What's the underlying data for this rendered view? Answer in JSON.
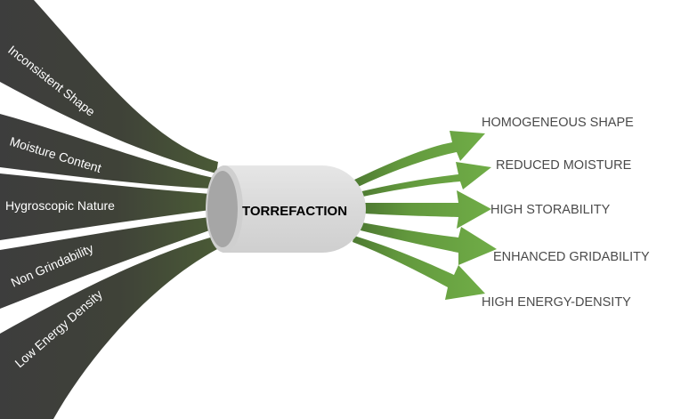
{
  "center": {
    "label": "TORREFACTION"
  },
  "inputs": [
    {
      "label": "Inconsistent Shape"
    },
    {
      "label": "Moisture Content"
    },
    {
      "label": "Hygroscopic Nature"
    },
    {
      "label": "Non Grindability"
    },
    {
      "label": "Low Energy Density"
    }
  ],
  "outputs": [
    {
      "label": "HOMOGENEOUS SHAPE"
    },
    {
      "label": "REDUCED MOISTURE"
    },
    {
      "label": "HIGH STORABILITY"
    },
    {
      "label": "ENHANCED GRIDABILITY"
    },
    {
      "label": "HIGH ENERGY-DENSITY"
    }
  ],
  "colors": {
    "input_band": "#3d3d3d",
    "input_band_end": "#4f6238",
    "output_arrow": "#6aa642",
    "output_arrow_dark": "#4e7a32",
    "cylinder_body": "#d9d9d9",
    "cylinder_end": "#a6a6a6",
    "label_text": "#4a4a4a"
  }
}
